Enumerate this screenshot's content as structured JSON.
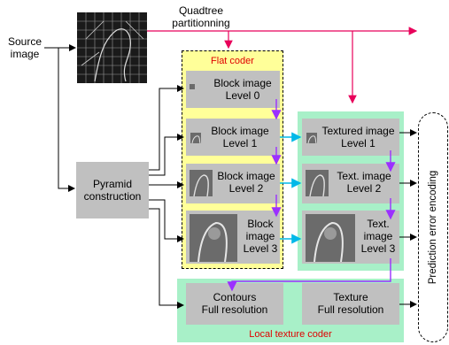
{
  "source_label_line1": "Source",
  "source_label_line2": "image",
  "quadtree_line1": "Quadtree",
  "quadtree_line2": "partitionning",
  "pyramid_line1": "Pyramid",
  "pyramid_line2": "construction",
  "flat_coder_title": "Flat coder",
  "local_texture_coder_title": "Local texture coder",
  "prediction_error_encoding": "Prediction error encoding",
  "block_images": [
    {
      "line1": "Block image",
      "line2": "Level 0"
    },
    {
      "line1": "Block image",
      "line2": "Level 1"
    },
    {
      "line1": "Block image",
      "line2": "Level 2"
    },
    {
      "line1": "Block",
      "line2": "image",
      "line3": "Level 3"
    }
  ],
  "textured_images": [
    {
      "line1": "Textured image",
      "line2": "Level 1"
    },
    {
      "line1": "Text. image",
      "line2": "Level 2"
    },
    {
      "line1": "Text.",
      "line2": "image",
      "line3": "Level 3"
    }
  ],
  "contours_line1": "Contours",
  "contours_line2": "Full resolution",
  "texture_line1": "Texture",
  "texture_line2": "Full resolution",
  "colors": {
    "flat_coder_bg": "#ffff99",
    "local_coder_bg": "#a8f0c8",
    "block_gray": "#c0c0c0",
    "title_red": "#e00000",
    "quadtree_arrow": "#e8005a",
    "purple_arrow": "#9b30ff",
    "cyan_arrow": "#00b8e8"
  }
}
